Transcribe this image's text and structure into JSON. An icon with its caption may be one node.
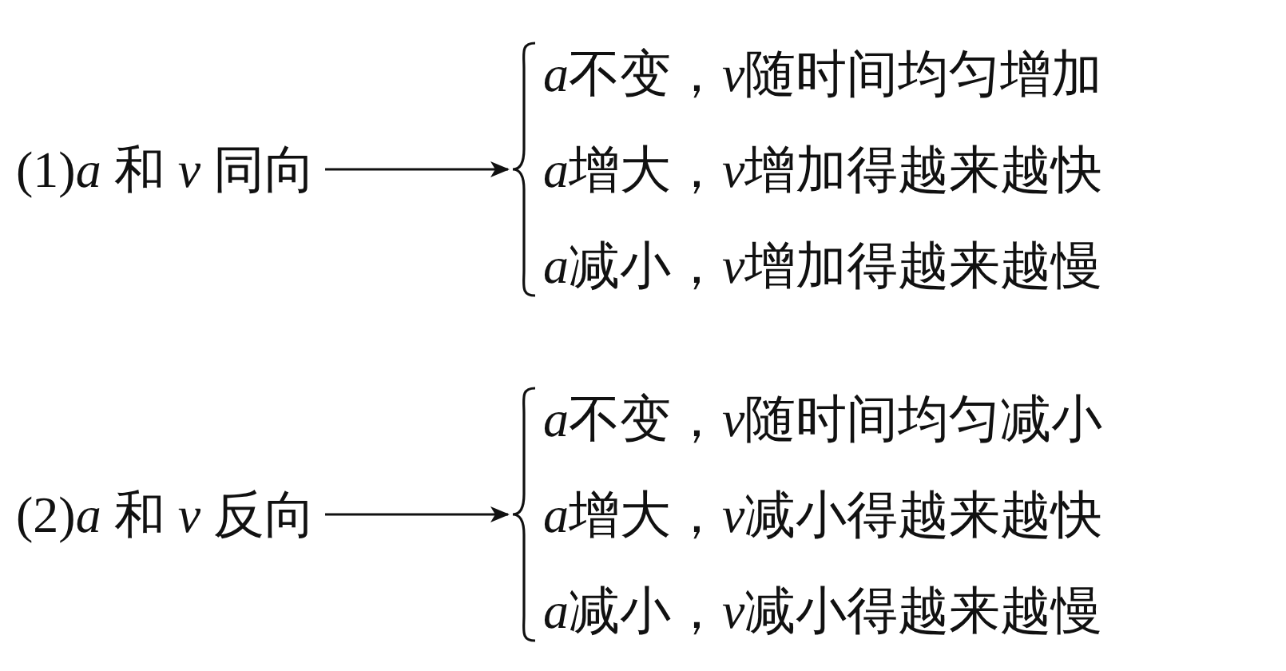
{
  "diagram": {
    "nodes": [
      {
        "text": [
          "(1)a 和 v 同向"
        ]
      },
      {
        "text": [
          "a不变，v随时间均匀增加",
          "a增大，v增加得越来越快",
          "a减小，v增加得越来越慢"
        ]
      },
      {
        "text": [
          "(2)a 和 v 反向"
        ]
      },
      {
        "text": [
          "a不变，v随时间均匀减小",
          "a增大，v减小得越来越快",
          "a减小，v减小得越来越慢"
        ]
      }
    ],
    "edges": [
      {
        "from": 0,
        "to": 1,
        "arrow": "to"
      },
      {
        "from": 2,
        "to": 3,
        "arrow": "to"
      }
    ]
  }
}
